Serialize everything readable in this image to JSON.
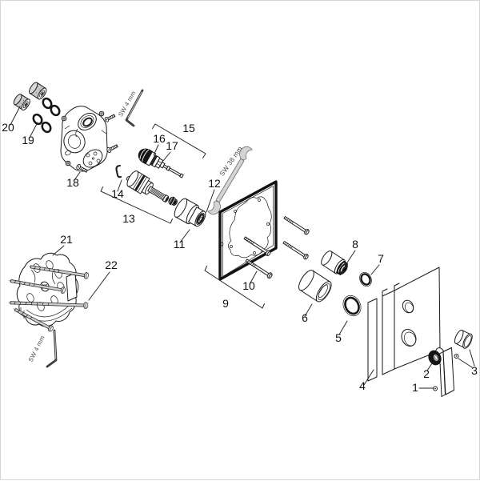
{
  "labels": {
    "n1": "1",
    "n2": "2",
    "n3": "3",
    "n4": "4",
    "n5": "5",
    "n6": "6",
    "n7": "7",
    "n8": "8",
    "n9": "9",
    "n10": "10",
    "n11": "11",
    "n12": "12",
    "n13": "13",
    "n14": "14",
    "n15": "15",
    "n16": "16",
    "n17": "17",
    "n18": "18",
    "n19": "19",
    "n20": "20",
    "n21": "21",
    "n22": "22"
  },
  "tools": {
    "allen_top": "SW 4 mm",
    "allen_bottom": "SW 4 mm",
    "wrench": "SW 38 mm"
  },
  "colors": {
    "background": "#ffffff",
    "line": "#1a1a1a",
    "dark_fill": "#161616",
    "tool_gray": "#d4d4d4"
  }
}
